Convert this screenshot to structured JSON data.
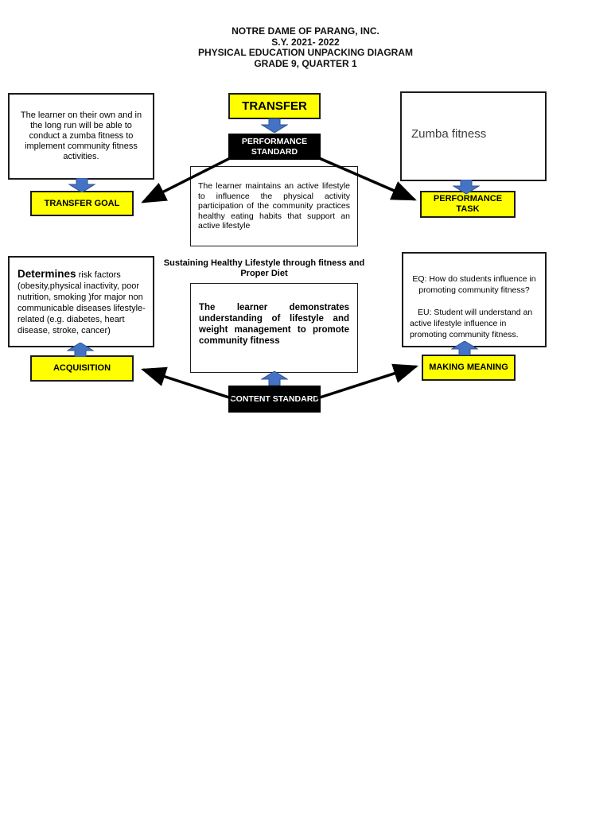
{
  "header": {
    "lines": [
      "NOTRE DAME OF PARANG, INC.",
      "S.Y. 2021- 2022",
      "PHYSICAL EDUCATION UNPACKING DIAGRAM",
      "GRADE 9, QUARTER 1"
    ]
  },
  "colors": {
    "yellow": "#FFFF00",
    "box_black": "#000000",
    "arrow_blue": "#4472C4",
    "arrow_blue_border": "#2F528F"
  },
  "nodes": {
    "transfer": {
      "label": "TRANSFER"
    },
    "performance_standard": {
      "label": "PERFORMANCE STANDARD",
      "description": "The learner maintains an active lifestyle to influence the physical activity participation of the community practices healthy eating habits that support an active lifestyle"
    },
    "transfer_goal": {
      "label": "TRANSFER GOAL",
      "description": "The learner on their own and in the long run will be able to conduct a zumba fitness to implement community fitness activities."
    },
    "performance_task": {
      "label": "PERFORMANCE TASK",
      "description": "Zumba fitness"
    },
    "topic": {
      "title": "Sustaining Healthy Lifestyle through fitness and Proper Diet"
    },
    "acquisition": {
      "label": "ACQUISITION",
      "lead": "Determines",
      "description": " risk factors (obesity,physical inactivity, poor nutrition, smoking )for major non communicable diseases  lifestyle-related (e.g. diabetes, heart disease, stroke, cancer)"
    },
    "making_meaning": {
      "label": "MAKING MEANING",
      "eq": "EQ: How do students influence in promoting community fitness?",
      "eu": "EU: Student will understand an active lifestyle influence in promoting community fitness."
    },
    "content_standard": {
      "label": "CONTENT STANDARD",
      "description": "The learner demonstrates understanding of lifestyle and weight management to promote community fitness"
    }
  }
}
